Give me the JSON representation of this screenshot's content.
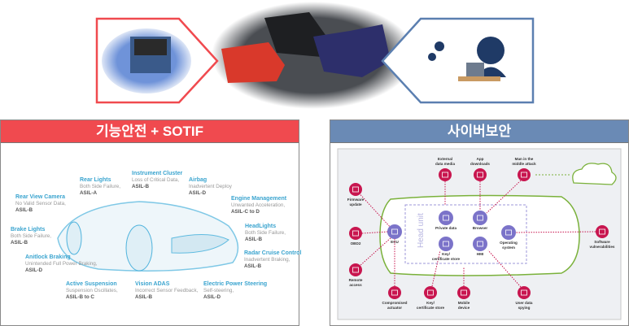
{
  "safety_panel": {
    "title": "기능안전 + SOTIF",
    "color": "#f04a4f",
    "items": [
      {
        "name": "Rear Lights",
        "desc": "Both Side Failure,",
        "asil": "ASIL-A"
      },
      {
        "name": "Instrument Cluster",
        "desc": "Loss of Critical Data,",
        "asil": "ASIL-B"
      },
      {
        "name": "Airbag",
        "desc": "Inadvertent Deploy",
        "asil": "ASIL-D"
      },
      {
        "name": "Rear View Camera",
        "desc": "No Valid Sensor Data,",
        "asil": "ASIL-B"
      },
      {
        "name": "Engine Management",
        "desc": "Unwanted Acceleration,",
        "asil": "ASIL-C to D"
      },
      {
        "name": "Brake Lights",
        "desc": "Both Side Failure,",
        "asil": "ASIL-B"
      },
      {
        "name": "HeadLights",
        "desc": "Both Side Failure,",
        "asil": "ASIL-B"
      },
      {
        "name": "Anitlock Braking",
        "desc": "Unintended Full Power Braking,",
        "asil": "ASIL-D"
      },
      {
        "name": "Radar Cruise Control",
        "desc": "Inadvertent Braking,",
        "asil": "ASIL-B"
      },
      {
        "name": "Active Suspension",
        "desc": "Suspension Oscillates,",
        "asil": "ASIL-B to C"
      },
      {
        "name": "Vision ADAS",
        "desc": "Incorrect Sensor Feedback,",
        "asil": "ASIL-B"
      },
      {
        "name": "Electric Power Steering",
        "desc": "Self-steering,",
        "asil": "ASIL-D"
      }
    ]
  },
  "security_panel": {
    "title": "사이버보안",
    "color": "#6a8ab5",
    "attack_color": "#c8164f",
    "component_color": "#7b73c9",
    "head_unit": "Head unit",
    "attacks": {
      "firmware": [
        "Firmware",
        "update"
      ],
      "obd": [
        "OBD2"
      ],
      "remote": [
        "Remote",
        "access"
      ],
      "actuator": [
        "Compromised",
        "actuator"
      ],
      "keystore": [
        "Key/",
        "certificate store"
      ],
      "mobile": [
        "Mobile",
        "device"
      ],
      "spying": [
        "User data",
        "spying"
      ],
      "software": [
        "Software",
        "vulnerabilities"
      ],
      "media": [
        "External",
        "data media"
      ],
      "apps": [
        "App",
        "downloads"
      ],
      "mitm": [
        "Man in the",
        "middle attack"
      ]
    },
    "components": {
      "ecu": "ECU",
      "private": "Private data",
      "browser": "Browser",
      "key": [
        "Key/",
        "certificate store"
      ],
      "hmi": "HMI",
      "os": [
        "Operating",
        "system"
      ]
    }
  }
}
